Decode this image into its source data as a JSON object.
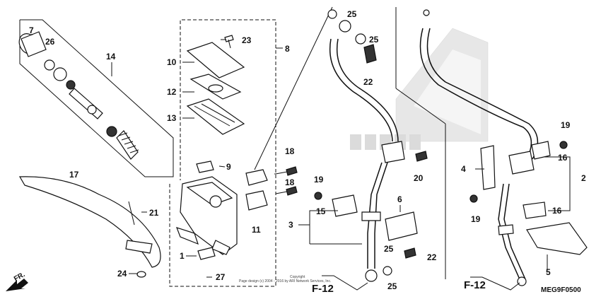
{
  "diagram": {
    "code": "MEG9F0500",
    "front_arrow": "FR.",
    "copyright_line1": "Copyright",
    "copyright_line2": "Page design (c) 2004 - 2016 by ARI Network Services, Inc.",
    "callouts": {
      "p1": "1",
      "p2": "2",
      "p3": "3",
      "p4": "4",
      "p5": "5",
      "p6": "6",
      "p7": "7",
      "p8": "8",
      "p9": "9",
      "p10": "10",
      "p11": "11",
      "p12": "12",
      "p13": "13",
      "p14": "14",
      "p15": "15",
      "p16a": "16",
      "p16b": "16",
      "p17": "17",
      "p18a": "18",
      "p18b": "18",
      "p19a": "19",
      "p19b": "19",
      "p19c": "19",
      "p20": "20",
      "p21": "21",
      "p22a": "22",
      "p22b": "22",
      "p23": "23",
      "p24": "24",
      "p25a": "25",
      "p25b": "25",
      "p25c": "25",
      "p25d": "25",
      "p26": "26",
      "p27": "27"
    },
    "refs": {
      "left": "F-12",
      "right": "F-12"
    }
  }
}
